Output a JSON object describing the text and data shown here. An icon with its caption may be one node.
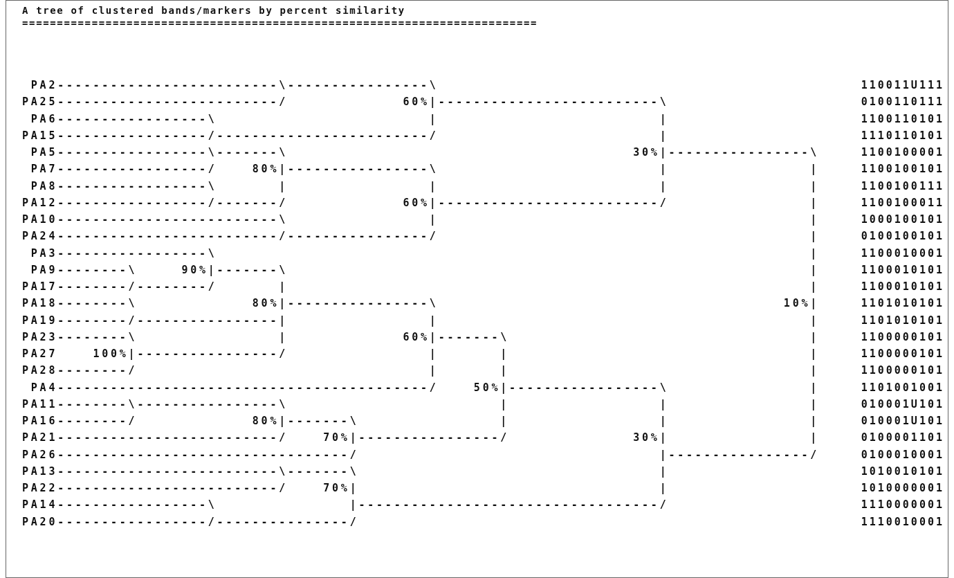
{
  "diagram": {
    "title": "A tree of clustered bands/markers by percent similarity",
    "labels": [
      "==========================================================================",
      " PA2-------------------------\\----------------\\",
      "110011U111",
      "PA25-------------------------/             60%|-------------------------\\",
      "0100110111",
      " PA6-----------------\\                        |                         |",
      "1100110101",
      "PA15-----------------/------------------------/                         |",
      "1110110101",
      " PA5-----------------\\-------\\                                       30%|----------------\\",
      "1100100001",
      " PA7-----------------/    80%|----------------\\                         |                |",
      "1100100101",
      " PA8-----------------\\       |                |                         |                |",
      "1100100111",
      "PA12-----------------/-------/             60%|-------------------------/                |",
      "1100100011",
      "PA10-------------------------\\                |                                          |",
      "1000100101",
      "PA24-------------------------/----------------/                                          |",
      "0100100101",
      " PA3-----------------\\                                                                   |",
      "1100010001",
      " PA9--------\\     90%|-------\\                                                           |",
      "1100010101",
      "PA17--------/--------/       |                                                           |",
      "1100010101",
      "PA18--------\\             80%|----------------\\                                       10%|",
      "1101010101",
      "PA19--------/----------------|                |                                          |",
      "1101010101",
      "PA23--------\\                |             60%|-------\\                                  |",
      "1100000101",
      "PA27    100%|----------------/                |       |                                  |",
      "1100000101",
      "PA28--------/                                 |       |                                  |",
      "1100000101",
      " PA4------------------------------------------/    50%|-----------------\\                |",
      "1101001001",
      "PA11--------\\----------------\\                        |                 |                |",
      "010001U101",
      "PA16--------/             80%|-------\\                |                 |                |",
      "010001U101",
      "PA21-------------------------/    70%|----------------/              30%|                |",
      "0100001101",
      "PA26---------------------------------/                                  |----------------/",
      "0100010001",
      "PA13-------------------------\\-------\\                                  |",
      "1010010101",
      "PA22-------------------------/    70%|                                  |",
      "1010000001",
      "PA14-----------------\\               |----------------------------------/",
      "1110000001",
      "PA20-----------------/---------------/",
      "1110010001"
    ]
  }
}
